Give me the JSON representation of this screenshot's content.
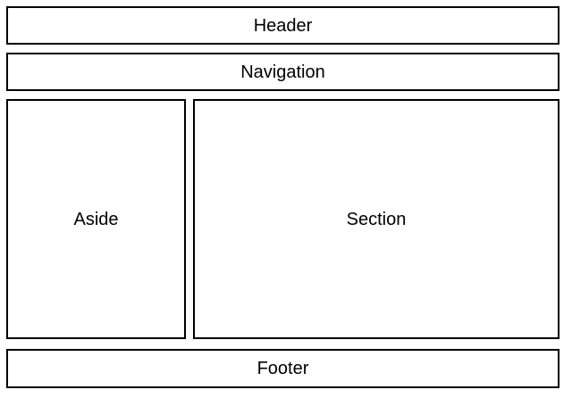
{
  "layout_diagram": {
    "header": {
      "label": "Header"
    },
    "navigation": {
      "label": "Navigation"
    },
    "aside": {
      "label": "Aside"
    },
    "section": {
      "label": "Section"
    },
    "footer": {
      "label": "Footer"
    }
  },
  "colors": {
    "border": "#000000",
    "background": "#ffffff",
    "text": "#000000"
  }
}
